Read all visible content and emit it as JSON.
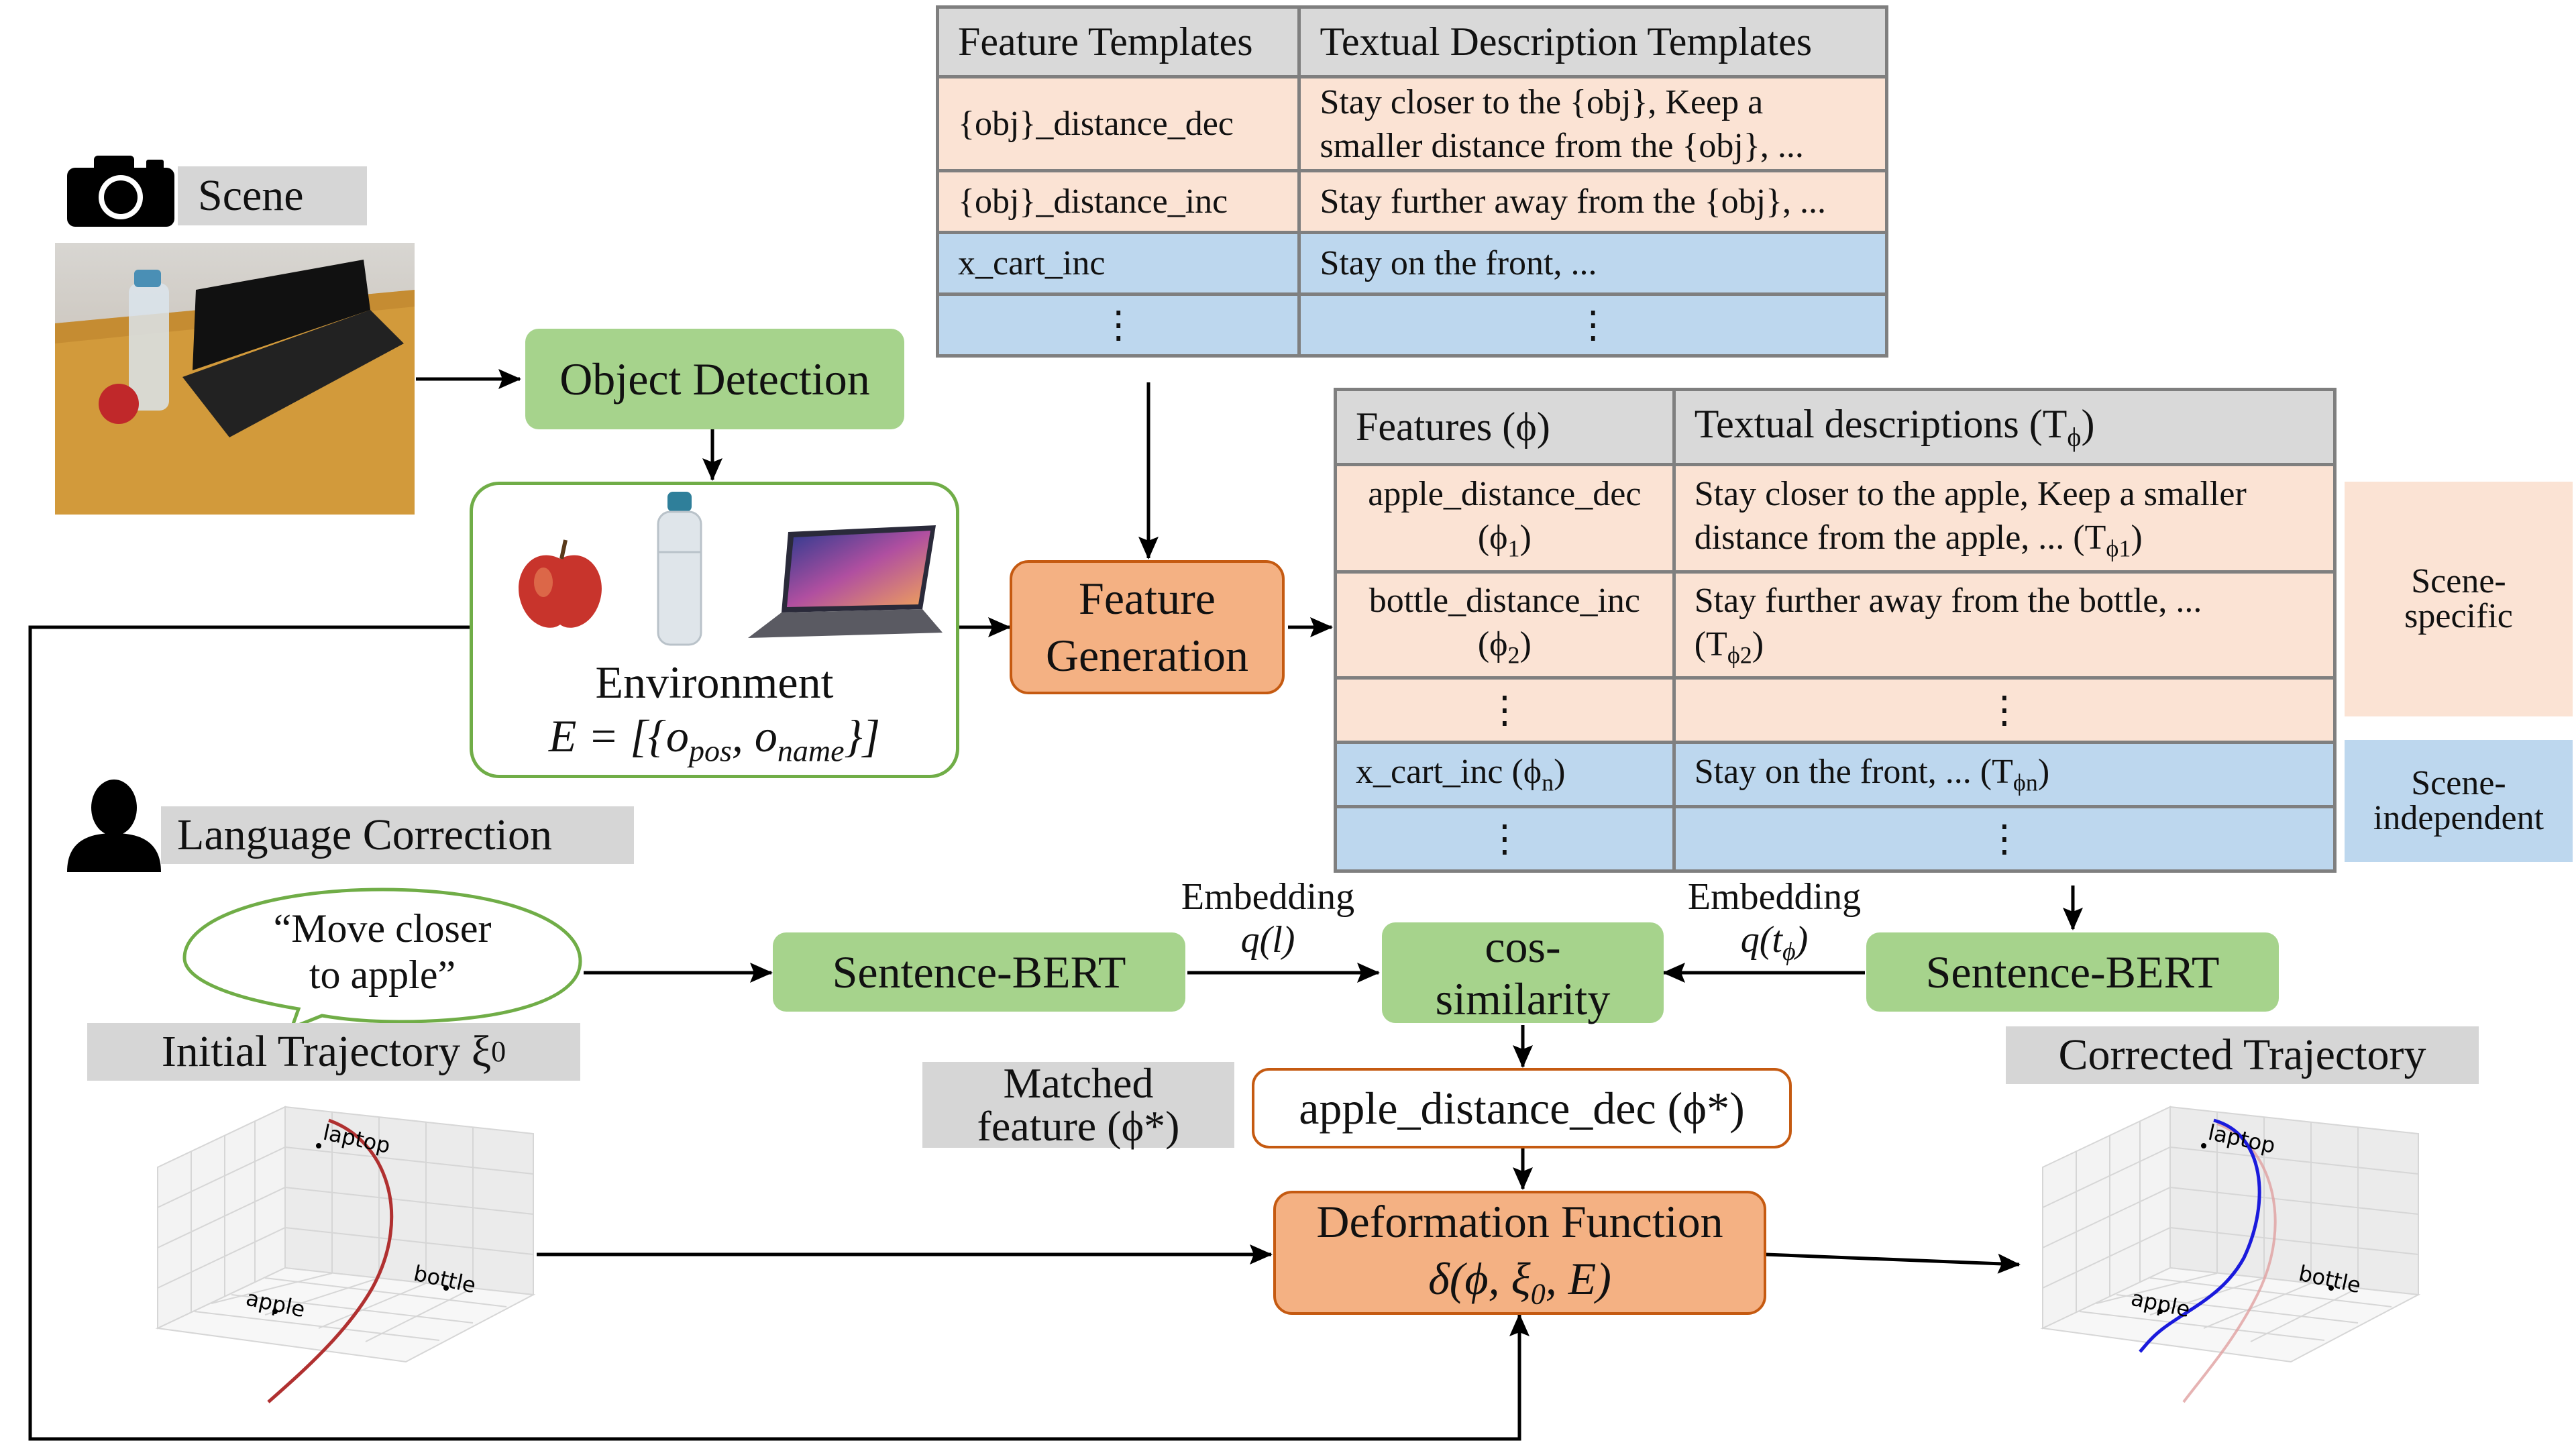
{
  "scene": {
    "label": "Scene"
  },
  "object_detection": "Object Detection",
  "environment": {
    "title": "Environment",
    "formula": "E = [{o",
    "formula_pos": "pos",
    "formula_sep": ", o",
    "formula_name": "name",
    "formula_end": "}]"
  },
  "feature_generation": {
    "line1": "Feature",
    "line2": "Generation"
  },
  "template_table": {
    "headers": [
      "Feature Templates",
      "Textual Description Templates"
    ],
    "rows": [
      {
        "feature": "{obj}_distance_dec",
        "desc1": "Stay closer to the {obj}, Keep a",
        "desc2": "smaller distance from the {obj}, ..."
      },
      {
        "feature": "{obj}_distance_inc",
        "desc1": "Stay further away from the {obj}, ...",
        "desc2": ""
      },
      {
        "feature": "x_cart_inc",
        "desc1": "Stay on the front, ...",
        "desc2": ""
      },
      {
        "feature": "⋮",
        "desc1": "⋮",
        "desc2": ""
      }
    ]
  },
  "feature_table": {
    "headers": [
      "Features (ϕ)",
      "Textual descriptions (T"
    ],
    "header_sub": "ϕ",
    "header_close": ")",
    "rows": [
      {
        "f1": "apple_distance_dec",
        "f2": "(ϕ",
        "fsub": "1",
        "fend": ")",
        "d1": "Stay closer to the apple, Keep a smaller",
        "d2": "distance from the apple, ... (T",
        "dsub": "ϕ1",
        "dend": ")"
      },
      {
        "f1": "bottle_distance_inc",
        "f2": "(ϕ",
        "fsub": "2",
        "fend": ")",
        "d1": "Stay further away from the bottle, ...",
        "d2": "(T",
        "dsub": "ϕ2",
        "dend": ")"
      },
      {
        "f1": "⋮",
        "d1": "⋮"
      },
      {
        "f1": "x_cart_inc (ϕ",
        "fsub": "n",
        "fend": ")",
        "d1": "Stay on the front, ... (T",
        "dsub": "ϕn",
        "dend": ")"
      },
      {
        "f1": "⋮",
        "d1": "⋮"
      }
    ]
  },
  "scene_specific": {
    "line1": "Scene-",
    "line2": "specific"
  },
  "scene_independent": {
    "line1": "Scene-",
    "line2": "independent"
  },
  "language_correction": {
    "label": "Language Correction",
    "quote1": "“Move closer",
    "quote2": "to apple”"
  },
  "sbert_left": "Sentence-BERT",
  "sbert_right": "Sentence-BERT",
  "embedding_left": {
    "line1": "Embedding",
    "line2": "q(l)"
  },
  "embedding_right": {
    "line1": "Embedding",
    "line2": "q(t",
    "sub": "ϕ",
    "end": ")"
  },
  "cos_similarity": {
    "line1": "cos-",
    "line2": "similarity"
  },
  "matched_feature": {
    "line1": "Matched",
    "line2": "feature (ϕ*)"
  },
  "matched_value": "apple_distance_dec (ϕ*)",
  "deformation": {
    "line1": "Deformation Function",
    "line2": "δ(ϕ, ξ",
    "sub": "0",
    "end": ", E)"
  },
  "initial_trajectory": {
    "label": "Initial Trajectory ξ",
    "sub": "0"
  },
  "corrected_trajectory": {
    "label": "Corrected Trajectory"
  },
  "plot_labels": {
    "laptop": "laptop",
    "apple": "apple",
    "bottle": "bottle"
  },
  "colors": {
    "green": "#a6d38c",
    "orange": "#f4b183",
    "peach": "#fbe3d4",
    "blue": "#bdd7ee",
    "initial": "#b03030",
    "corrected": "#1a1adc"
  }
}
